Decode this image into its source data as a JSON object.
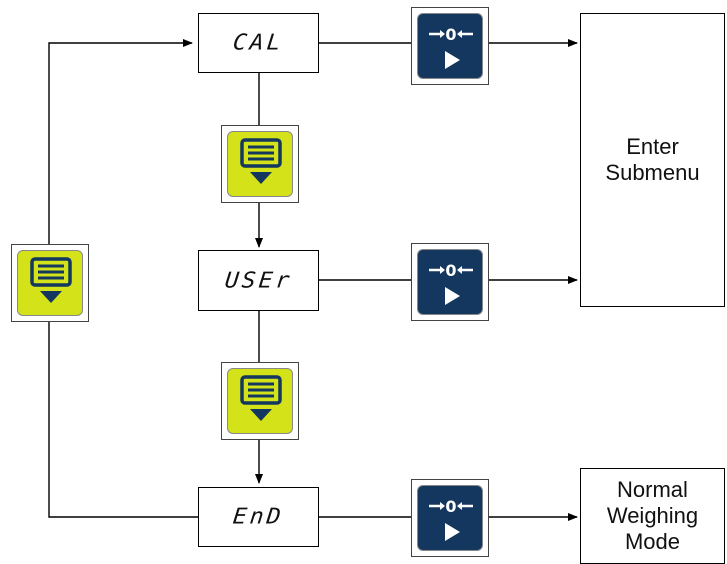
{
  "nodes": {
    "cal": "CAL",
    "user": "USEr",
    "end": "EnD",
    "enter_submenu": "Enter\nSubmenu",
    "normal_weighing": "Normal\nWeighing\nMode"
  },
  "keys": {
    "menu_key_icon": "menu-down-key-icon",
    "zero_key_icon": "zero-enter-key-icon",
    "zero_key_glyph": "0"
  },
  "colors": {
    "menu_key": "#d4e21a",
    "zero_key": "#13375f"
  }
}
